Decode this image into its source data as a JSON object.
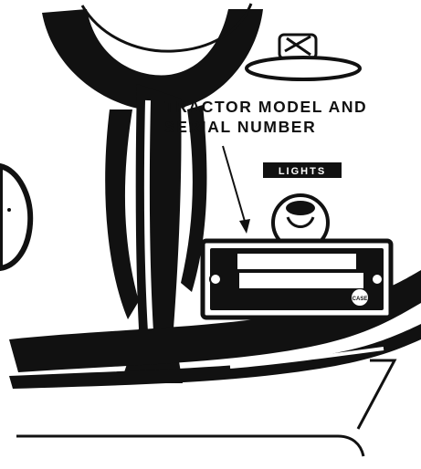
{
  "callout": {
    "line1": "TRACTOR MODEL AND",
    "line2": "SERIAL NUMBER"
  },
  "switch_label": "LIGHTS",
  "plate_logo": "CASE",
  "colors": {
    "ink": "#111111",
    "paper": "#ffffff"
  }
}
